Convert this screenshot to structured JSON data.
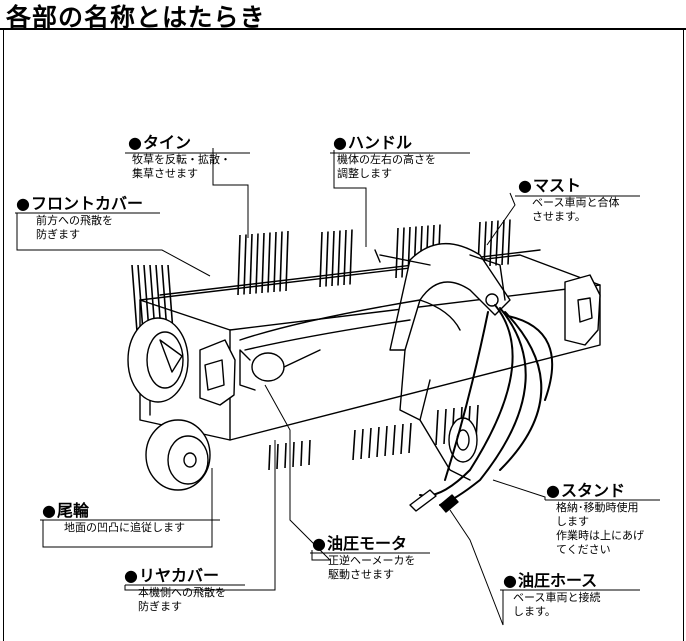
{
  "page": {
    "title": "各部の名称とはたらき",
    "bullet": "●"
  },
  "parts": [
    {
      "name": "タイン",
      "lines": [
        "牧草を反転・拡散・",
        "集草させます"
      ]
    },
    {
      "name": "ハンドル",
      "lines": [
        "機体の左右の高さを",
        "調整します"
      ]
    },
    {
      "name": "マスト",
      "lines": [
        "ベース車両と合体",
        "させます。"
      ]
    },
    {
      "name": "フロントカバー",
      "lines": [
        "前方への飛散を",
        "防ぎます"
      ]
    },
    {
      "name": "尾輪",
      "lines": [
        "地面の凹凸に追従します"
      ]
    },
    {
      "name": "油圧モータ",
      "lines": [
        "正逆ヘーメーカを",
        "駆動させます"
      ]
    },
    {
      "name": "リヤカバー",
      "lines": [
        "本機側への飛散を",
        "防ぎます"
      ]
    },
    {
      "name": "スタンド",
      "lines": [
        "格納･移動時使用",
        "します",
        "作業時は上にあげ",
        "てください"
      ]
    },
    {
      "name": "油圧ホース",
      "lines": [
        "ベース車両と接続",
        "します。"
      ]
    }
  ]
}
